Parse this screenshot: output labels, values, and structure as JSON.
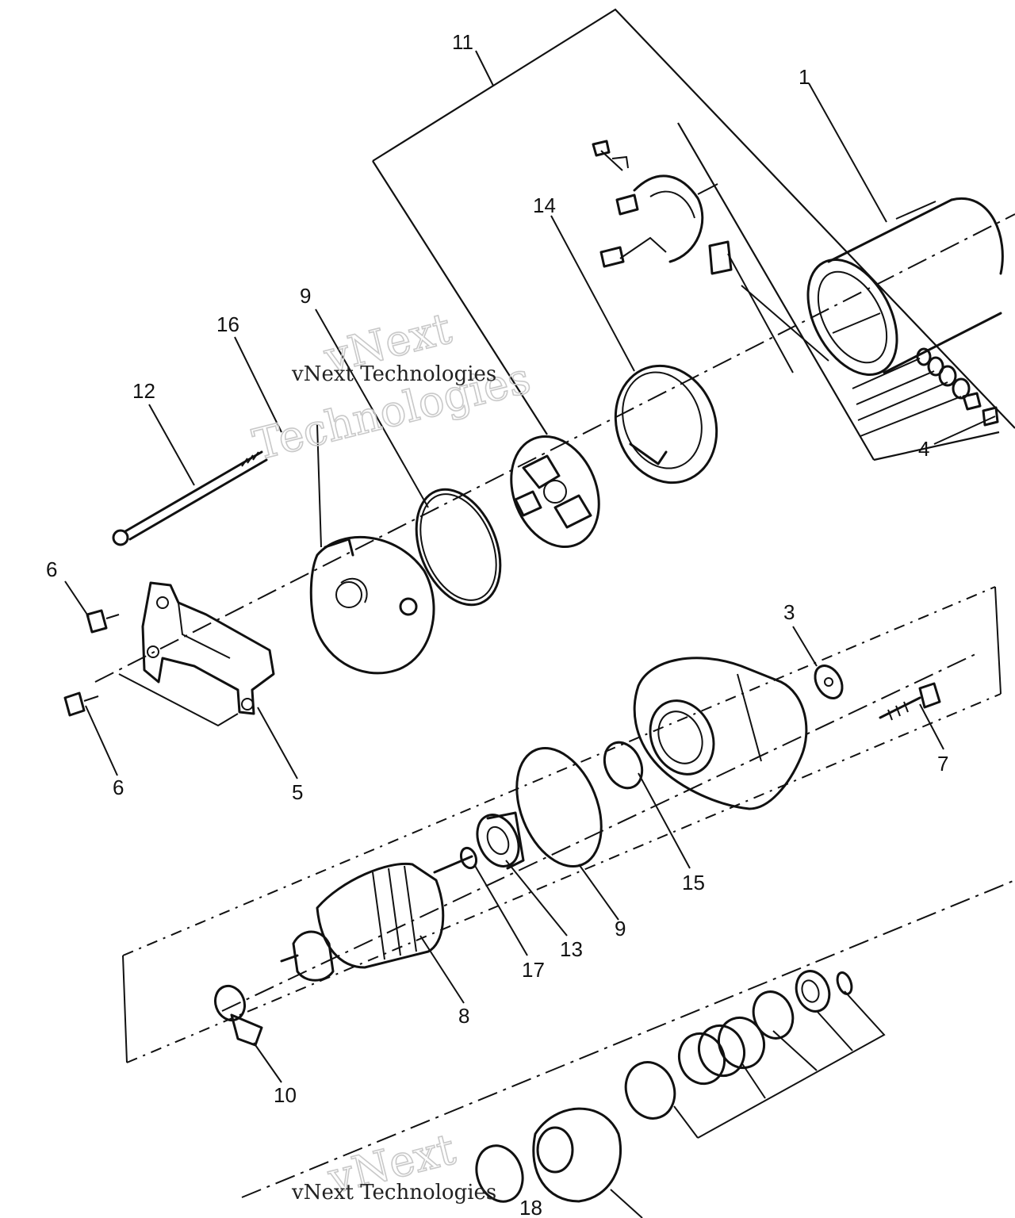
{
  "callouts": {
    "c1": "1",
    "c3": "3",
    "c4": "4",
    "c5": "5",
    "c6a": "6",
    "c6b": "6",
    "c7": "7",
    "c8": "8",
    "c9a": "9",
    "c9b": "9",
    "c10": "10",
    "c11": "11",
    "c12": "12",
    "c13": "13",
    "c14": "14",
    "c15": "15",
    "c16": "16",
    "c17": "17",
    "c18": "18"
  },
  "watermark": {
    "brand_line1": "vNext",
    "brand_line2": "Technologies",
    "brand_small": "vNext Technologies"
  },
  "colors": {
    "ink": "#111111",
    "watermark_outline": "#c9c9c9",
    "background": "#ffffff"
  }
}
